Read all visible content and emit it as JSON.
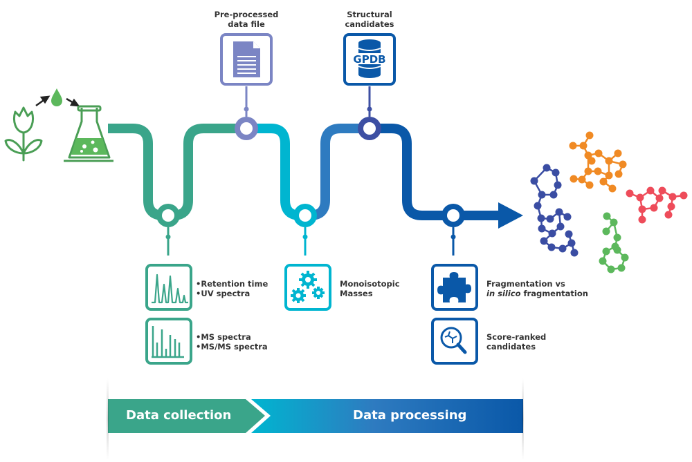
{
  "colors": {
    "green_icon": "#4a9e55",
    "teal": "#3aa58a",
    "periwinkle": "#7b85c4",
    "cyan": "#00b5d0",
    "blue_mid": "#2e7bc0",
    "indigo": "#3d4fa3",
    "blue_dark": "#0a58a8",
    "mol_blue": "#3a4da3",
    "mol_orange": "#f08a24",
    "mol_red": "#ee4c5a",
    "mol_green": "#5cb85c"
  },
  "top_nodes": [
    {
      "label": "Pre-processed data file",
      "icon": "document-icon"
    },
    {
      "label": "Structural candidates",
      "icon": "database-icon",
      "icon_text": "GPDB"
    }
  ],
  "bottom_nodes": [
    {
      "items": [
        "Retention time",
        "UV spectra"
      ],
      "icon": "chromatogram-icon"
    },
    {
      "items": [
        "MS spectra",
        "MS/MS spectra"
      ],
      "icon": "mass-spectrum-icon"
    },
    {
      "label_lines": [
        "Monoisotopic",
        "Masses"
      ],
      "icon": "gears-icon"
    },
    {
      "label_line1": "Fragmentation vs",
      "label_italic": "in silico",
      "label_rest": " fragmentation",
      "icon": "puzzle-icon"
    },
    {
      "label_lines": [
        "Score-ranked",
        "candidates"
      ],
      "icon": "magnify-molecule-icon"
    }
  ],
  "stages": [
    {
      "label": "Data collection"
    },
    {
      "label": "Data processing"
    }
  ],
  "start_icons": [
    "flower-icon",
    "droplet-icon",
    "flask-icon"
  ],
  "end_icons": [
    "molecule-blue",
    "molecule-orange",
    "molecule-red",
    "molecule-green"
  ]
}
